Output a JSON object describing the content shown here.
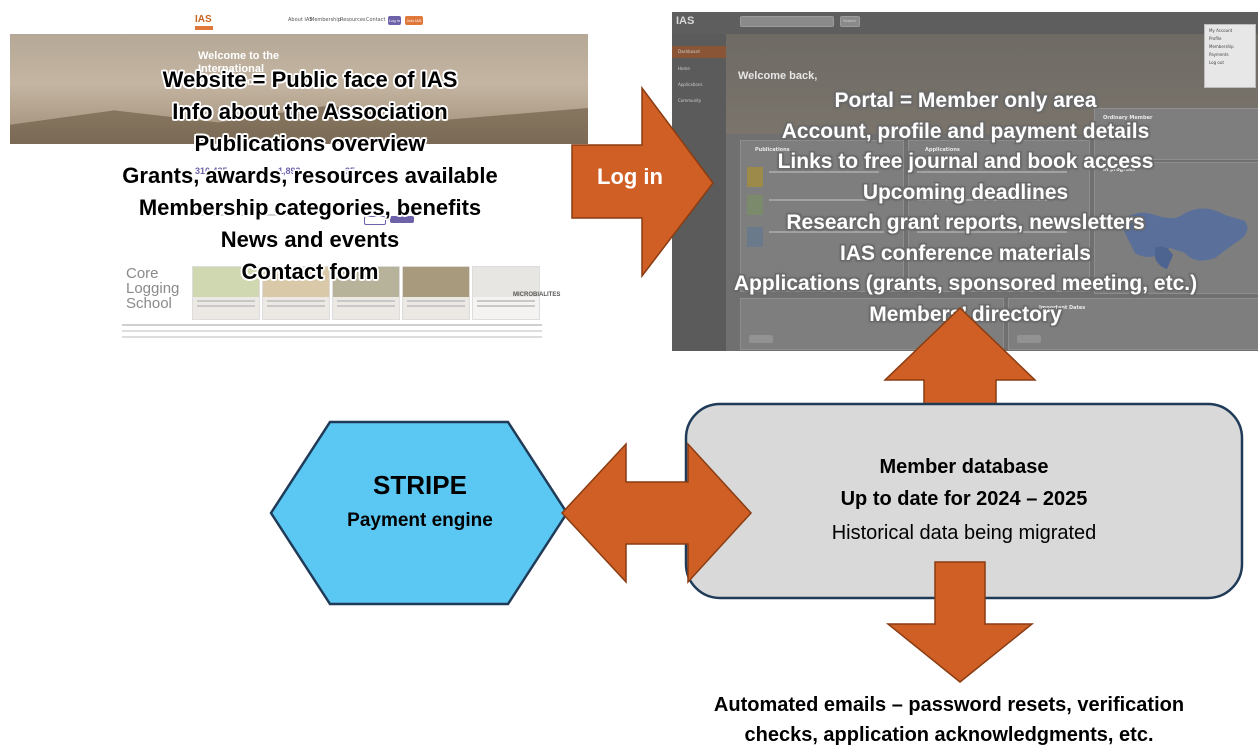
{
  "website_screenshot": {
    "logo_text": "IAS",
    "nav_links": [
      "About IAS",
      "Membership",
      "Resources",
      "Contact"
    ],
    "nav_buttons": [
      "Log in",
      "Join IAS"
    ],
    "hero_text": "Welcome to the International Association",
    "stats": [
      "310,485",
      "1,892",
      "35"
    ],
    "news_heading": "News and Events",
    "card_logo_lines": [
      "Core",
      "Logging",
      "School"
    ],
    "card_label_micro": "MICROBIALITES",
    "colors": {
      "accent": "#e0783a",
      "stat": "#6d62a8"
    }
  },
  "website_points": [
    "Website = Public face of IAS",
    "Info about the Association",
    "Publications overview",
    "Grants, awards, resources available",
    "Membership categories, benefits",
    "News and events",
    "Contact form"
  ],
  "portal_screenshot": {
    "logo_text": "IAS",
    "search_button": "Search",
    "welcome": "Welcome back,",
    "sidebar": [
      "Dashboard",
      "Home",
      "Applications",
      "Community"
    ],
    "user_menu": [
      "My Account",
      "Profile",
      "Membership",
      "Payments",
      "Log out"
    ],
    "cards": [
      "Publications",
      "Applications",
      "Ordinary Member",
      "In progress",
      "Important Dates"
    ]
  },
  "portal_points": [
    "Portal = Member only area",
    "Account, profile and payment details",
    "Links to free journal and book access",
    "Upcoming deadlines",
    "Research grant reports, newsletters",
    "IAS conference materials",
    "Applications (grants, sponsored meeting, etc.)",
    "Members’ directory"
  ],
  "login_arrow": {
    "label": "Log in",
    "color": "#cf5f25"
  },
  "stripe": {
    "title": "STRIPE",
    "subtitle": "Payment engine",
    "color": "#5bc8f3"
  },
  "database": {
    "line1": "Member database",
    "line2": "Up to date for 2024 – 2025",
    "line3": "Historical data being migrated",
    "color": "#d9d9d9"
  },
  "output": {
    "line1": "Automated emails – password resets, verification",
    "line2": "checks, application acknowledgments, etc."
  },
  "arrow_color": "#cf5f25"
}
